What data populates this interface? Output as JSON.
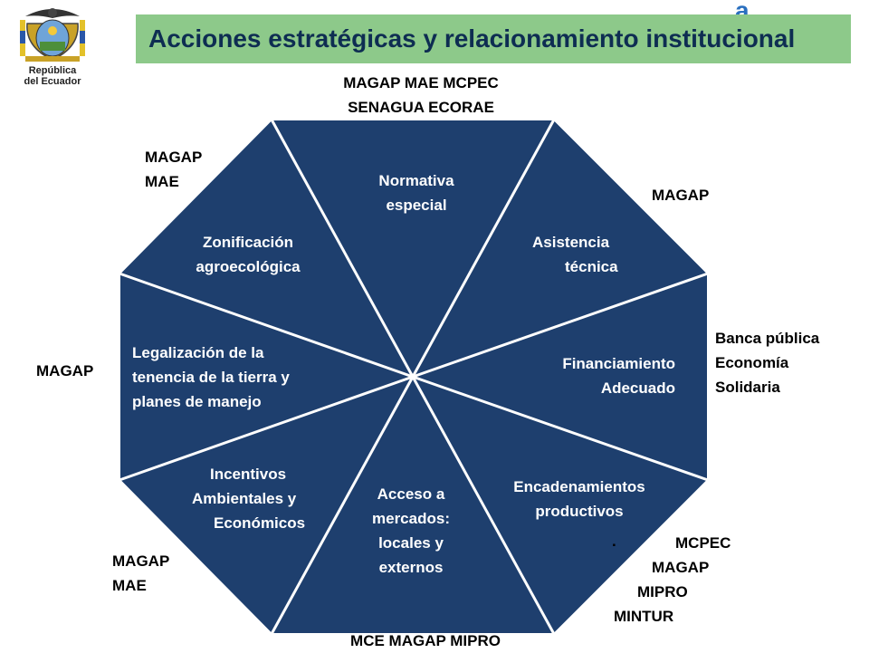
{
  "header": {
    "emblem_caption_line1": "República",
    "emblem_caption_line2": "del Ecuador",
    "title": "Acciones estratégicas y relacionamiento institucional",
    "corner_glyph": "a"
  },
  "colors": {
    "title_bar": "#8dc98a",
    "title_text": "#0e2d52",
    "octagon_fill": "#1e3f6e",
    "divider": "#ffffff"
  },
  "segments": [
    {
      "id": "normativa",
      "line1": "Normativa",
      "line2": "especial"
    },
    {
      "id": "asistencia",
      "line1": "Asistencia",
      "line2": "técnica"
    },
    {
      "id": "financiamiento",
      "line1": "Financiamiento",
      "line2": "Adecuado"
    },
    {
      "id": "encadenamientos",
      "line1": "Encadenamientos",
      "line2": "productivos"
    },
    {
      "id": "acceso",
      "line1": "Acceso a",
      "line2": "mercados:",
      "line3": "locales y",
      "line4": "externos"
    },
    {
      "id": "incentivos",
      "line1": "Incentivos",
      "line2": "Ambientales y",
      "line3": "Económicos"
    },
    {
      "id": "legalizacion",
      "line1": "Legalización de la",
      "line2": "tenencia de la tierra y",
      "line3": "planes de manejo"
    },
    {
      "id": "zonificacion",
      "line1": "Zonificación",
      "line2": "agroecológica"
    }
  ],
  "institutions": {
    "top_line1": "MAGAP  MAE  MCPEC",
    "top_line2": "SENAGUA   ECORAE",
    "top_left_line1": "MAGAP",
    "top_left_line2": "MAE",
    "top_right": "MAGAP",
    "right_line1": "Banca pública",
    "right_line2": "Economía",
    "right_line3": "Solidaria",
    "left": "MAGAP",
    "bottom_right_bullet": ".",
    "bottom_right_line1": "MCPEC",
    "bottom_right_line2": "MAGAP",
    "bottom_right_line3": "MIPRO",
    "bottom_right_line4": "MINTUR",
    "bottom_left_line1": "MAGAP",
    "bottom_left_line2": "MAE",
    "bottom": "MCE  MAGAP MIPRO"
  }
}
